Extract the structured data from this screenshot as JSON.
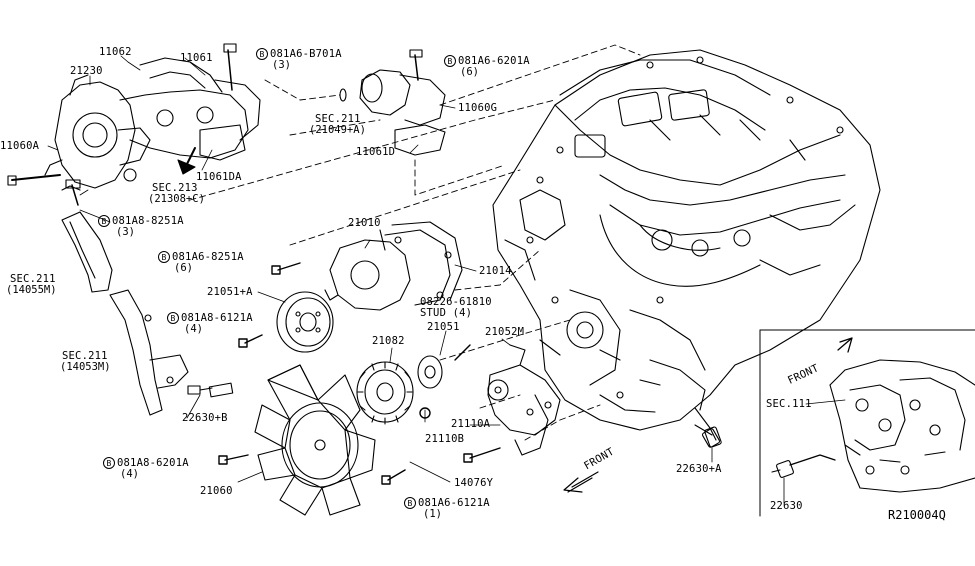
{
  "diagram": {
    "reference_code": "R210004Q",
    "bolt_symbol": "B",
    "front_label": "FRONT",
    "inset_front_label": "FRONT",
    "parts": {
      "p11062": "11062",
      "p11061": "11061",
      "p21230": "21230",
      "p11060A": "11060A",
      "p11061DA": "11061DA",
      "p11060G": "11060G",
      "p11061D": "11061D",
      "p21010": "21010",
      "p21014": "21014",
      "p21051A": "21051+A",
      "p21051": "21051",
      "p21052M": "21052M",
      "p21082": "21082",
      "p21110B": "21110B",
      "p21110A": "21110A",
      "p14076Y": "14076Y",
      "p21060": "21060",
      "p22630B": "22630+B",
      "p22630A": "22630+A",
      "p22630": "22630",
      "stud_part": "08226-61810",
      "stud_text": "STUD (4)"
    },
    "bolts": {
      "b1": {
        "code": "081A6-B701A",
        "qty": "(3)"
      },
      "b2": {
        "code": "081A6-6201A",
        "qty": "(6)"
      },
      "b3": {
        "code": "081A8-8251A",
        "qty": "(3)"
      },
      "b4": {
        "code": "081A6-8251A",
        "qty": "(6)"
      },
      "b5": {
        "code": "081A8-6121A",
        "qty": "(4)"
      },
      "b6": {
        "code": "081A8-6201A",
        "qty": "(4)"
      },
      "b7": {
        "code": "081A6-6121A",
        "qty": "(1)"
      }
    },
    "sections": {
      "s211a": {
        "label": "SEC.211",
        "sub": "(21049+A)"
      },
      "s213": {
        "label": "SEC.213",
        "sub": "(21308+C)"
      },
      "s211b": {
        "label": "SEC.211",
        "sub": "(14055M)"
      },
      "s211c": {
        "label": "SEC.211",
        "sub": "(14053M)"
      },
      "s111": {
        "label": "SEC.111"
      }
    }
  }
}
